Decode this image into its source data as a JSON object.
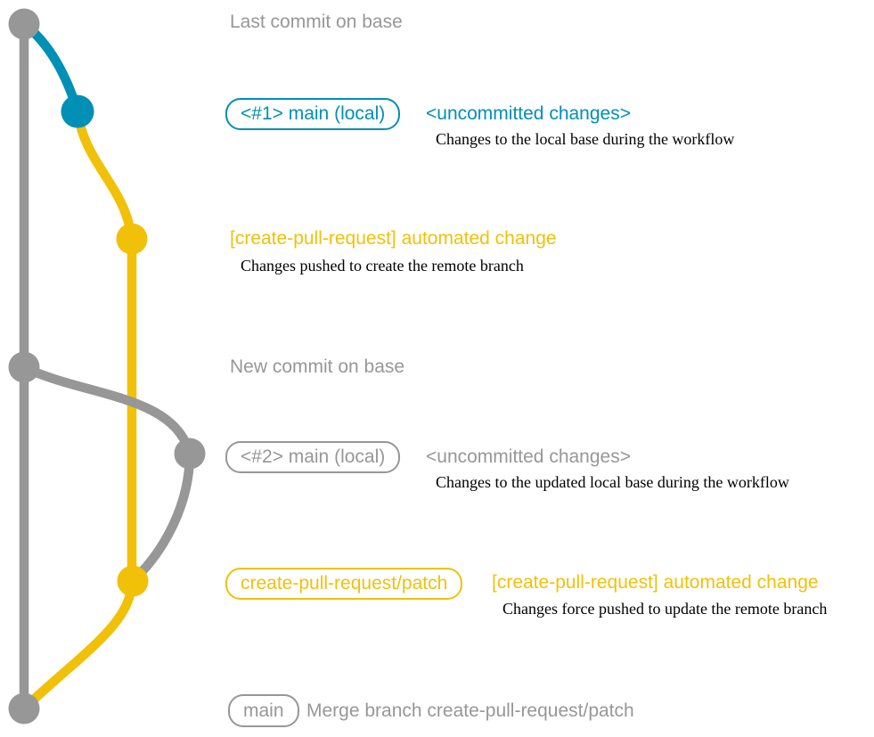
{
  "colors": {
    "gray": "#979797",
    "blue": "#008fb5",
    "yellow": "#f1c109",
    "ink": "#000000",
    "bg": "#ffffff"
  },
  "annotations": {
    "last_commit": "Last commit on base",
    "new_commit": "New commit on base"
  },
  "rows": {
    "local1": {
      "badge": "<#1> main (local)",
      "heading": "<uncommitted changes>",
      "description": "Changes to the local base during the workflow"
    },
    "push1": {
      "heading": "[create-pull-request] automated change",
      "description": "Changes pushed to create the remote branch"
    },
    "local2": {
      "badge": "<#2> main (local)",
      "heading": "<uncommitted changes>",
      "description": "Changes to the updated local base during the workflow"
    },
    "push2": {
      "badge": "create-pull-request/patch",
      "heading": "[create-pull-request] automated change",
      "description": "Changes force pushed to update the remote branch"
    },
    "merge": {
      "badge": "main",
      "description": "Merge branch create-pull-request/patch"
    }
  },
  "graph": {
    "branches": [
      {
        "name": "base",
        "color": "#979797"
      },
      {
        "name": "main (local)",
        "color": "#008fb5"
      },
      {
        "name": "create-pull-request/patch",
        "color": "#f1c109"
      }
    ]
  }
}
